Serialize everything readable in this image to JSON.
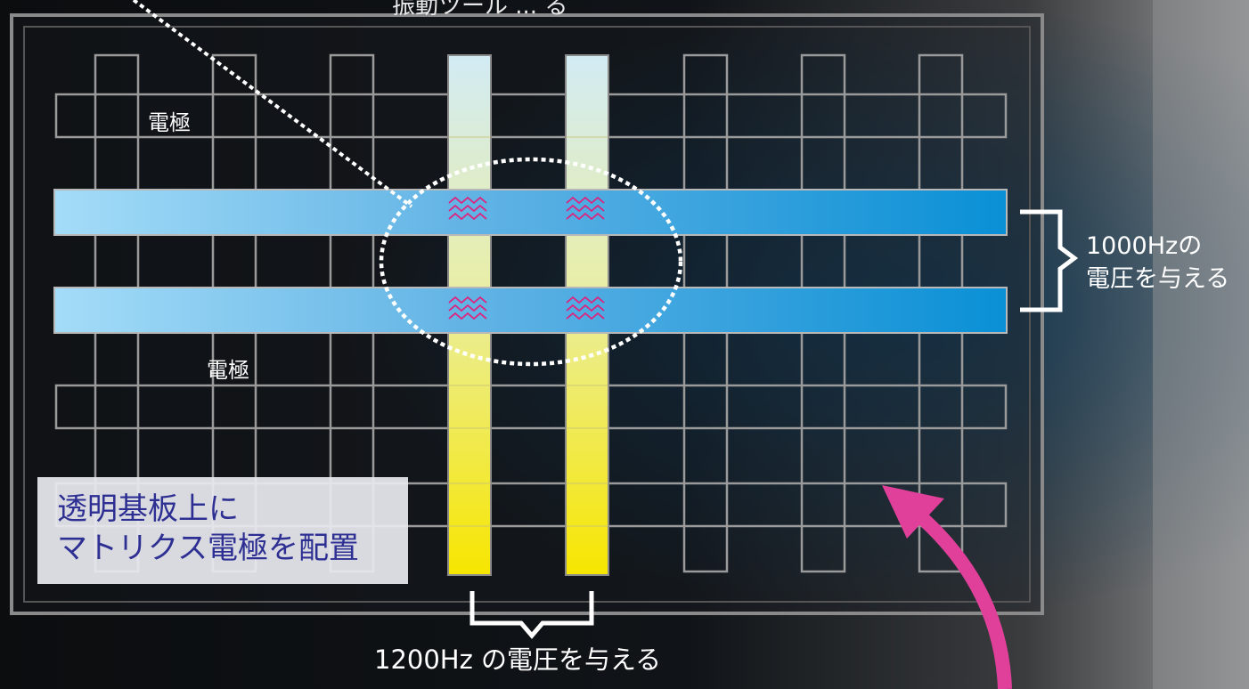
{
  "diagram": {
    "top_label": "振動ツール ... る",
    "electrode_label_1": "電極",
    "electrode_label_2": "電極",
    "row_voltage_label": "1000Hzの\n電圧を与える",
    "col_voltage_label": "1200Hz の電圧を与える",
    "caption": "透明基板上に\nマトリクス電極を配置"
  },
  "colors": {
    "background": "#111111",
    "substrate_border": "#8a8a8a",
    "row_electrode_start": "#a4dcf8",
    "row_electrode_end": "#0a90d6",
    "col_electrode_start": "#d2ebf4",
    "col_electrode_end": "#f7e600",
    "vibration_mark": "#e0207a",
    "arrow": "#e0409a",
    "caption_text": "#2d2f92"
  }
}
